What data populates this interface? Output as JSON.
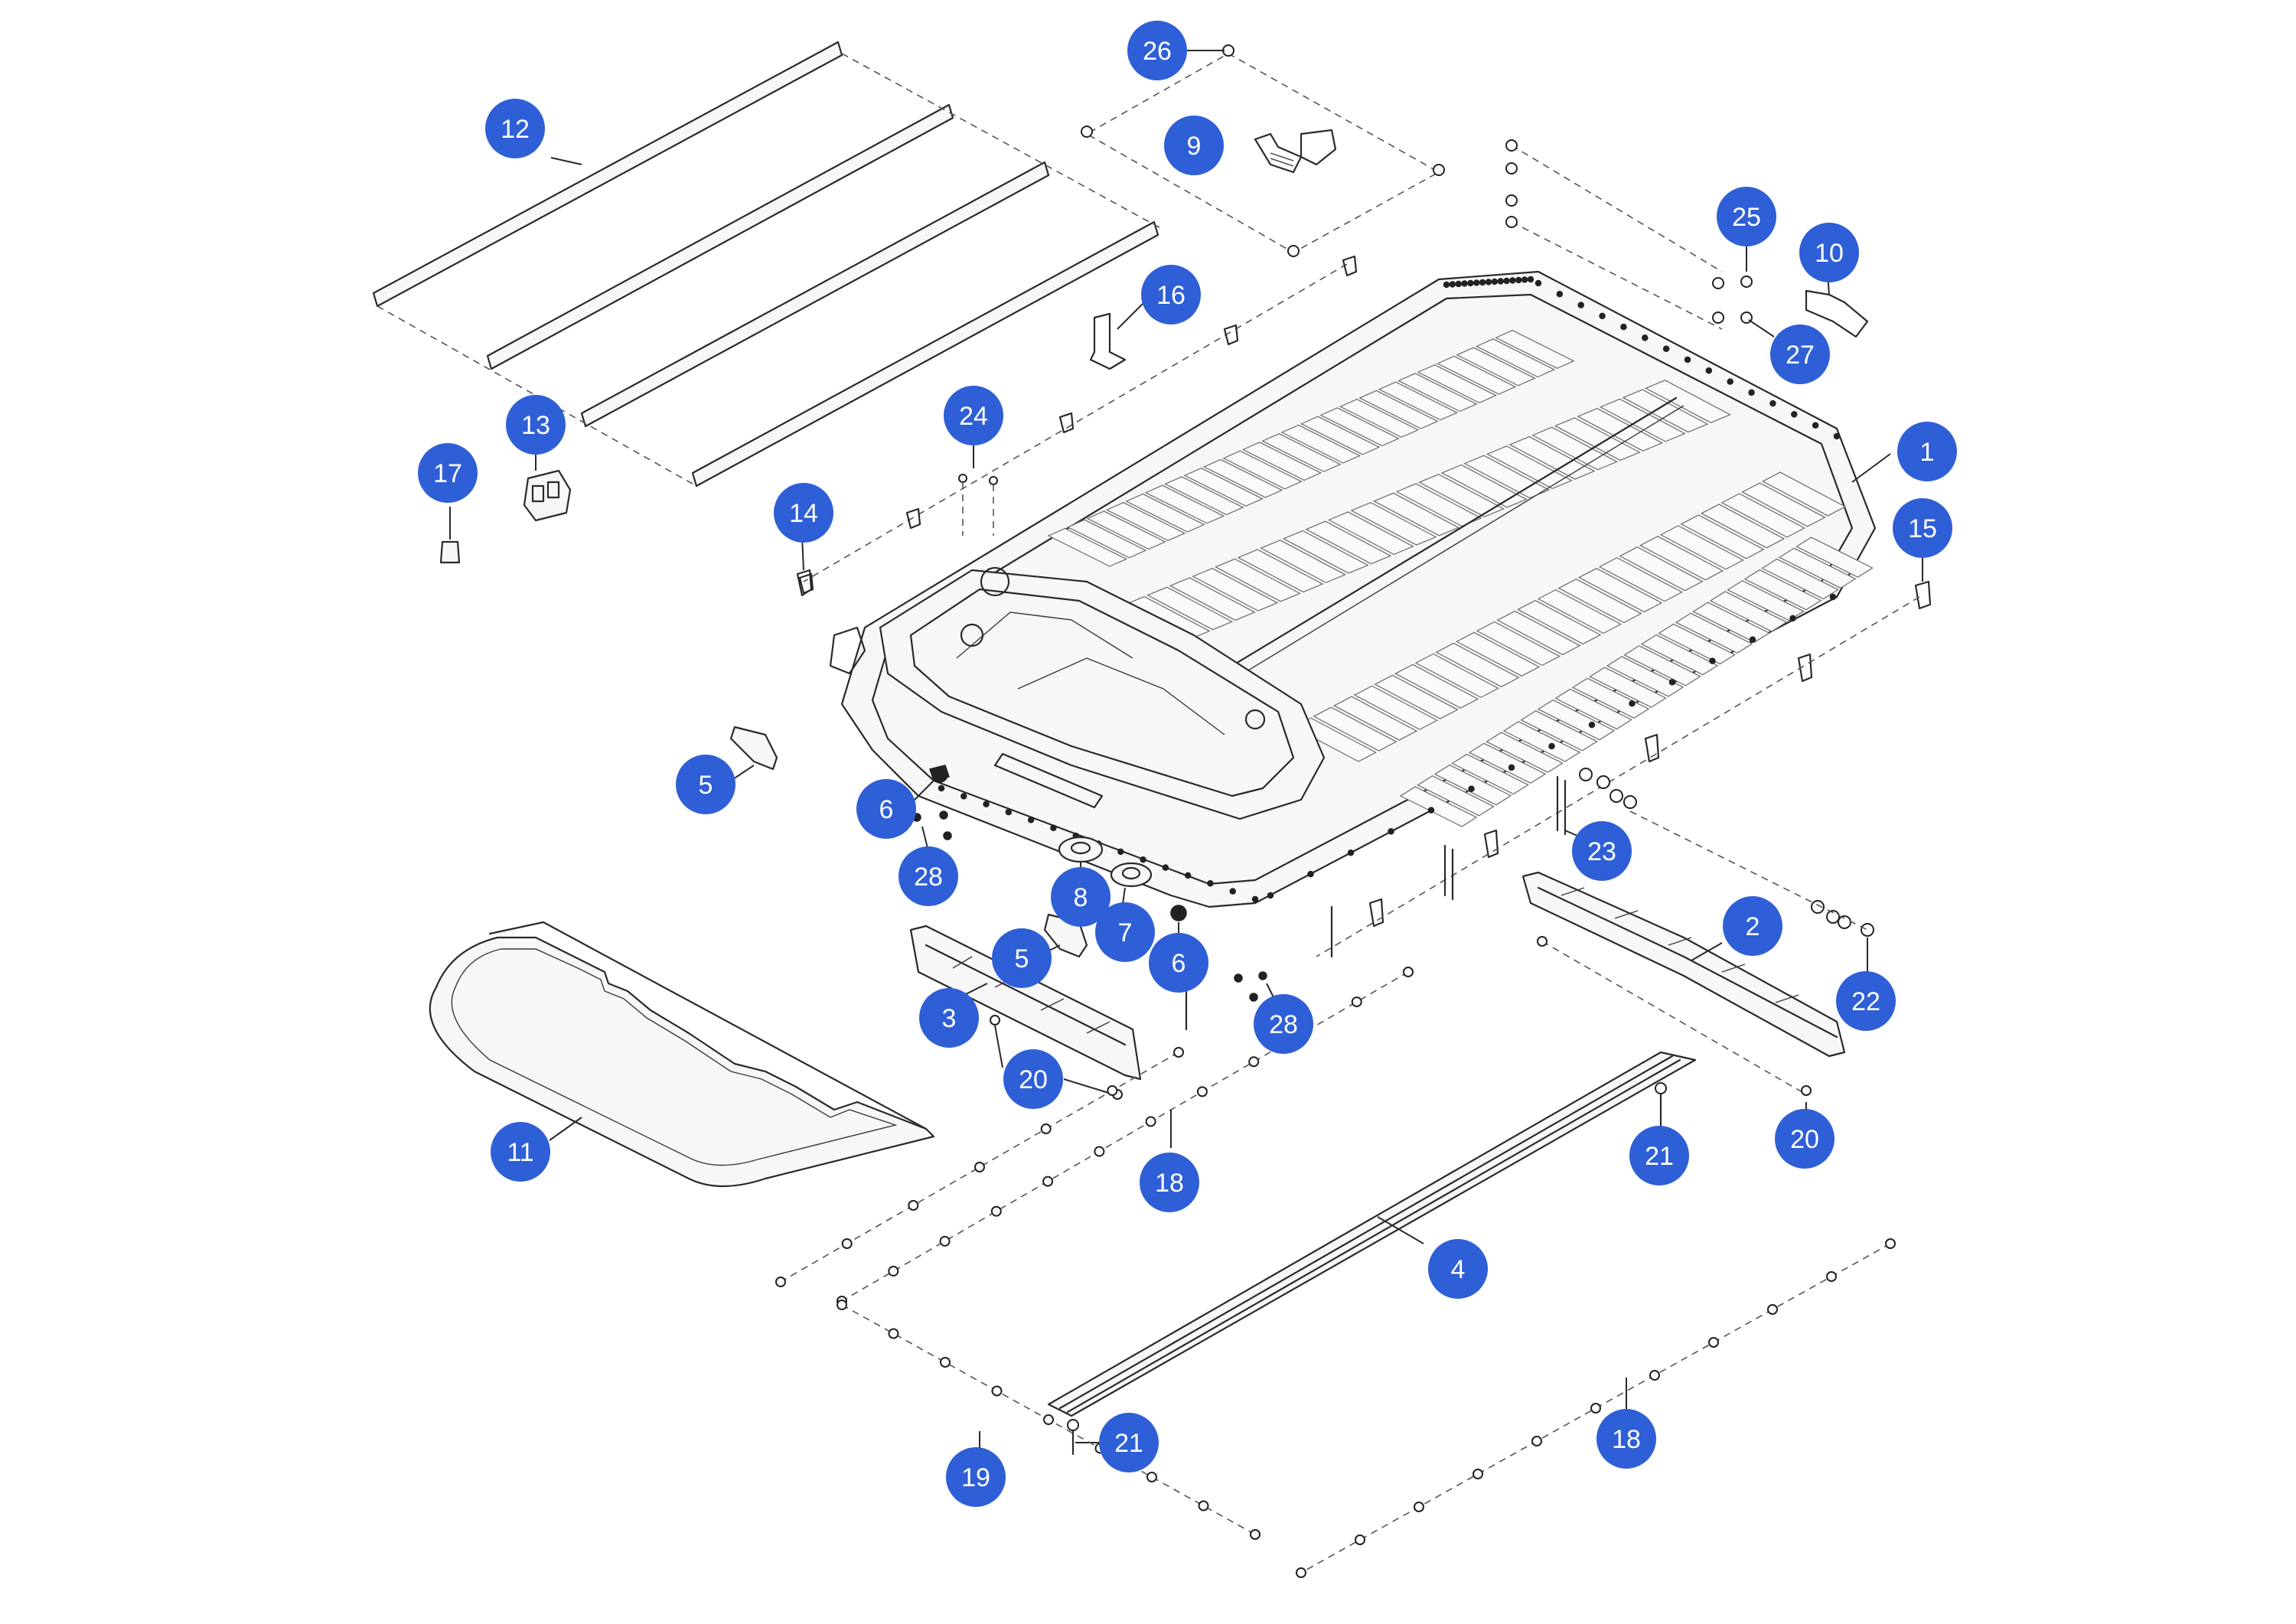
{
  "diagram": {
    "callout_color": "#2f5fd6",
    "callouts": [
      {
        "id": "c1",
        "label": "1"
      },
      {
        "id": "c2",
        "label": "2"
      },
      {
        "id": "c3",
        "label": "3"
      },
      {
        "id": "c4",
        "label": "4"
      },
      {
        "id": "c5a",
        "label": "5"
      },
      {
        "id": "c5b",
        "label": "5"
      },
      {
        "id": "c6a",
        "label": "6"
      },
      {
        "id": "c6b",
        "label": "6"
      },
      {
        "id": "c7",
        "label": "7"
      },
      {
        "id": "c8",
        "label": "8"
      },
      {
        "id": "c9",
        "label": "9"
      },
      {
        "id": "c10",
        "label": "10"
      },
      {
        "id": "c11",
        "label": "11"
      },
      {
        "id": "c12",
        "label": "12"
      },
      {
        "id": "c13",
        "label": "13"
      },
      {
        "id": "c14",
        "label": "14"
      },
      {
        "id": "c15",
        "label": "15"
      },
      {
        "id": "c16",
        "label": "16"
      },
      {
        "id": "c17",
        "label": "17"
      },
      {
        "id": "c18a",
        "label": "18"
      },
      {
        "id": "c18b",
        "label": "18"
      },
      {
        "id": "c19",
        "label": "19"
      },
      {
        "id": "c20a",
        "label": "20"
      },
      {
        "id": "c20b",
        "label": "20"
      },
      {
        "id": "c21a",
        "label": "21"
      },
      {
        "id": "c21b",
        "label": "21"
      },
      {
        "id": "c22",
        "label": "22"
      },
      {
        "id": "c23",
        "label": "23"
      },
      {
        "id": "c24",
        "label": "24"
      },
      {
        "id": "c25",
        "label": "25"
      },
      {
        "id": "c26",
        "label": "26"
      },
      {
        "id": "c27",
        "label": "27"
      },
      {
        "id": "c28a",
        "label": "28"
      },
      {
        "id": "c28b",
        "label": "28"
      }
    ]
  }
}
